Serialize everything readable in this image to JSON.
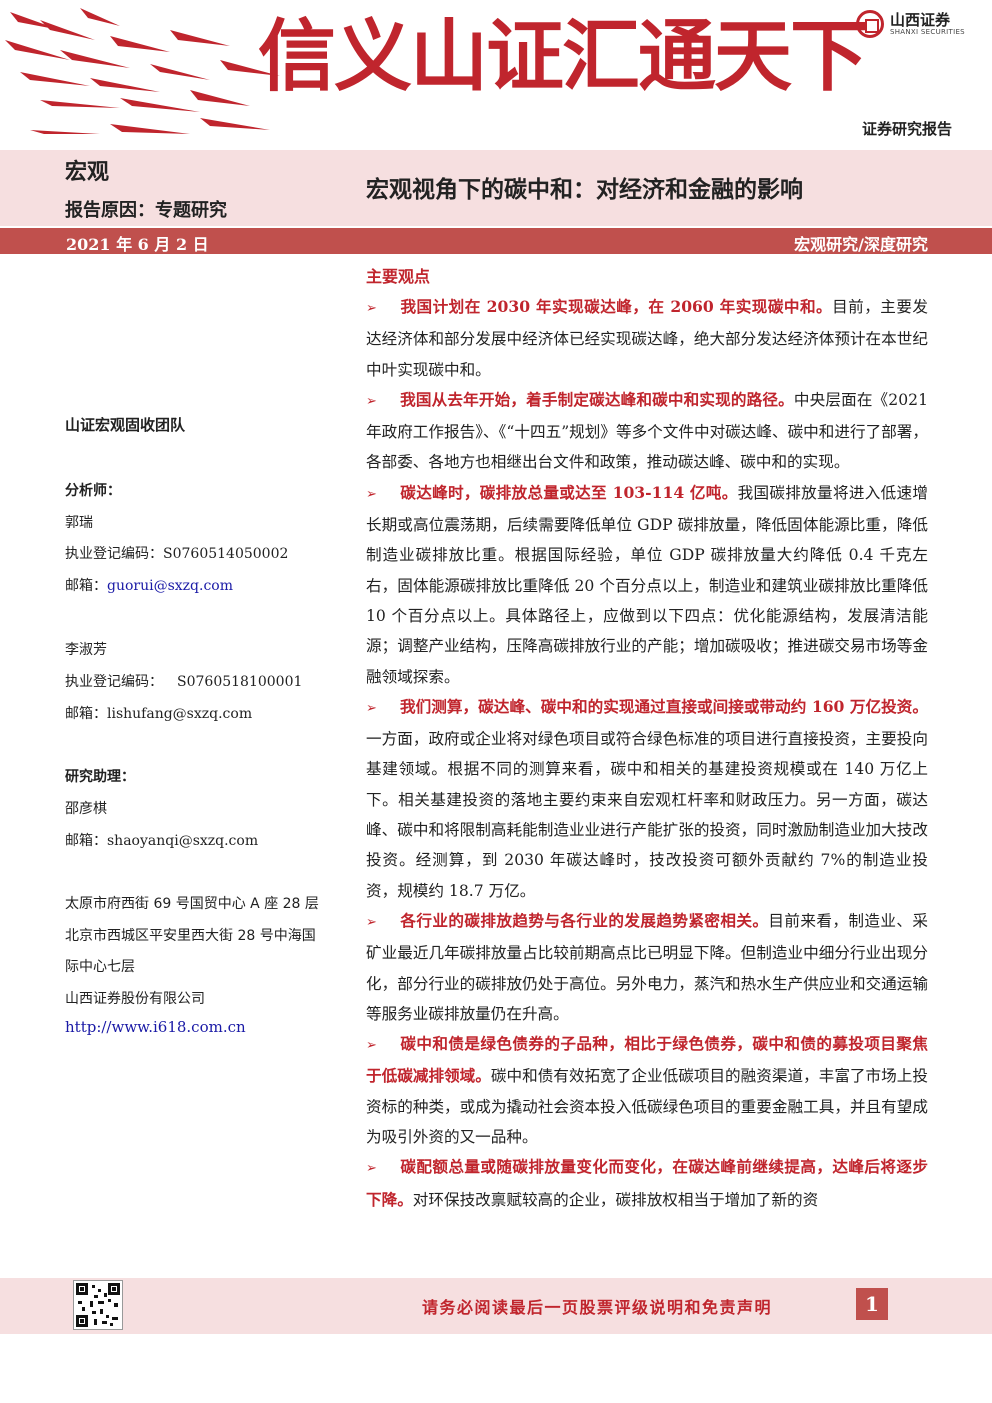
{
  "header": {
    "slogan": "信义山证汇通天下",
    "logo_cn": "山西证券",
    "logo_en": "SHANXI SECURITIES",
    "report_type": "证券研究报告"
  },
  "band": {
    "category": "宏观",
    "reason": "报告原因：专题研究",
    "title": "宏观视角下的碳中和：对经济和金融的影响"
  },
  "bar": {
    "date": "2021 年 6 月 2 日",
    "subcategory": "宏观研究/深度研究"
  },
  "sidebar": {
    "team": "山证宏观固收团队",
    "analyst_heading": "分析师：",
    "analyst1_name": "郭瑞",
    "analyst1_reg_label": "执业登记编码：",
    "analyst1_reg": "S0760514050002",
    "analyst1_email_label": "邮箱：",
    "analyst1_email": "guorui@sxzq.com",
    "analyst2_name": "李淑芳",
    "analyst2_reg_label": "执业登记编码：",
    "analyst2_reg": "S0760518100001",
    "analyst2_email_label": "邮箱：",
    "analyst2_email": "lishufang@sxzq.com",
    "assistant_heading": "研究助理：",
    "assistant_name": "邵彦棋",
    "assistant_email_label": "邮箱：",
    "assistant_email": "shaoyanqi@sxzq.com",
    "address1": "太原市府西街 69 号国贸中心 A 座 28 层",
    "address2_line1": "北京市西城区平安里西大街 28 号中海国",
    "address2_line2": "际中心七层",
    "company": "山西证券股份有限公司",
    "website": "http://www.i618.com.cn"
  },
  "main": {
    "heading": "主要观点",
    "bullet_glyph": "➢",
    "points": [
      {
        "highlight": "我国计划在 2030 年实现碳达峰，在 2060 年实现碳中和。",
        "body": "目前，主要发达经济体和部分发展中经济体已经实现碳达峰，绝大部分发达经济体预计在本世纪中叶实现碳中和。"
      },
      {
        "highlight": "我国从去年开始，着手制定碳达峰和碳中和实现的路径。",
        "body": "中央层面在《2021 年政府工作报告》、《“十四五”规划》等多个文件中对碳达峰、碳中和进行了部署，各部委、各地方也相继出台文件和政策，推动碳达峰、碳中和的实现。"
      },
      {
        "highlight": "碳达峰时，碳排放总量或达至 103-114 亿吨。",
        "body": "我国碳排放量将进入低速增长期或高位震荡期，后续需要降低单位 GDP 碳排放量，降低固体能源比重，降低制造业碳排放比重。根据国际经验，单位 GDP 碳排放量大约降低 0.4 千克左右，固体能源碳排放比重降低 20 个百分点以上，制造业和建筑业碳排放比重降低 10 个百分点以上。具体路径上，应做到以下四点：优化能源结构，发展清洁能源；调整产业结构，压降高碳排放行业的产能；增加碳吸收；推进碳交易市场等金融领域探索。"
      },
      {
        "highlight": "我们测算，碳达峰、碳中和的实现通过直接或间接或带动约 160 万亿投资。",
        "body": "一方面，政府或企业将对绿色项目或符合绿色标准的项目进行直接投资，主要投向基建领域。根据不同的测算来看，碳中和相关的基建投资规模或在 140 万亿上下。相关基建投资的落地主要约束来自宏观杠杆率和财政压力。另一方面，碳达峰、碳中和将限制高耗能制造业业进行产能扩张的投资，同时激励制造业加大技改投资。经测算，到 2030 年碳达峰时，技改投资可额外贡献约 7%的制造业投资，规模约 18.7 万亿。"
      },
      {
        "highlight": "各行业的碳排放趋势与各行业的发展趋势紧密相关。",
        "body": "目前来看，制造业、采矿业最近几年碳排放量占比较前期高点比已明显下降。但制造业中细分行业出现分化，部分行业的碳排放仍处于高位。另外电力，蒸汽和热水生产供应业和交通运输等服务业碳排放量仍在升高。"
      },
      {
        "highlight": "碳中和债是绿色债券的子品种，相比于绿色债券，碳中和债的募投项目聚焦于低碳减排领域。",
        "body": "碳中和债有效拓宽了企业低碳项目的融资渠道，丰富了市场上投资标的种类，或成为撬动社会资本投入低碳绿色项目的重要金融工具，并且有望成为吸引外资的又一品种。"
      },
      {
        "highlight": "碳配额总量或随碳排放量变化而变化，在碳达峰前继续提高，达峰后将逐步下降。",
        "body": "对环保技改禀赋较高的企业，碳排放权相当于增加了新的资"
      }
    ]
  },
  "footer": {
    "disclaimer": "请务必阅读最后一页股票评级说明和免责声明",
    "page": "1"
  },
  "colors": {
    "brand_red": "#c0252d",
    "bar_red": "#c0504d",
    "pink_band": "#f6dfe0",
    "link_blue": "#1a1aa6"
  }
}
